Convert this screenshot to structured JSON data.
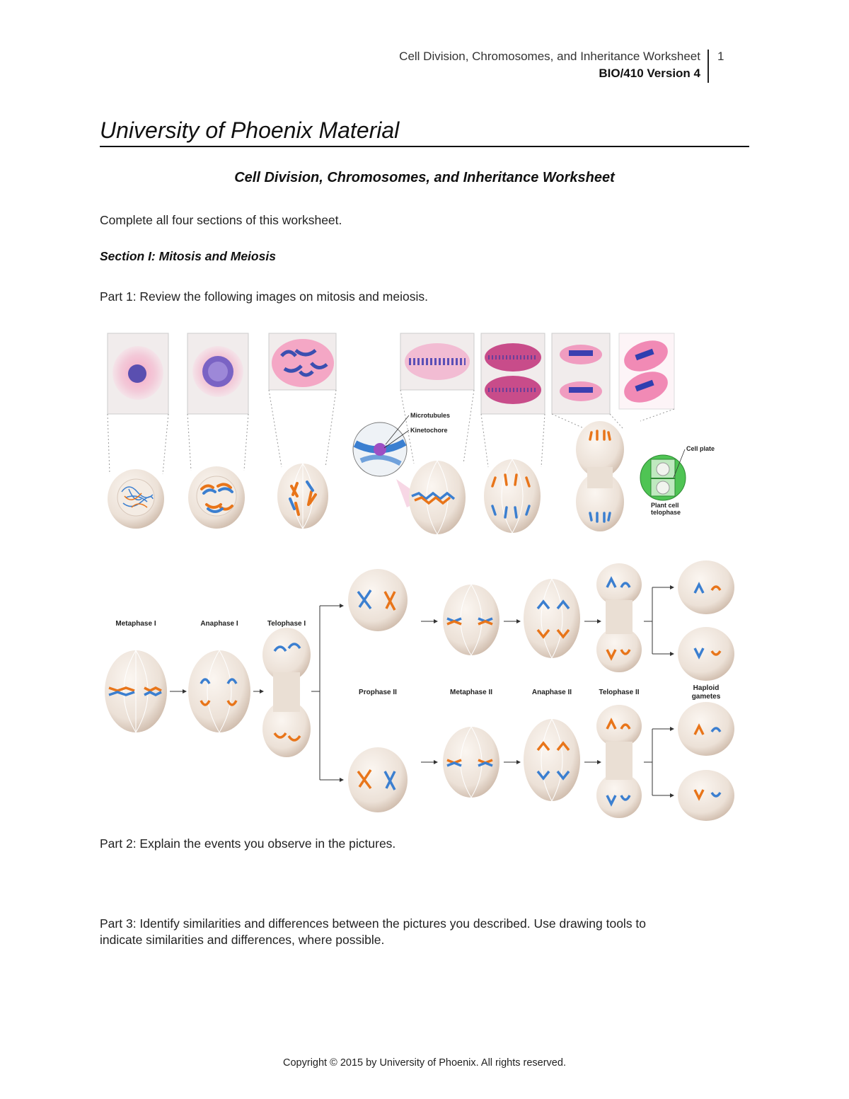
{
  "header": {
    "doc_title": "Cell Division, Chromosomes, and Inheritance Worksheet",
    "version": "BIO/410 Version 4",
    "page_number": "1"
  },
  "org_title": "University of Phoenix Material",
  "worksheet_title": "Cell Division, Chromosomes, and Inheritance Worksheet",
  "instructions": "Complete all four sections of this worksheet.",
  "section1": {
    "heading": "Section I: Mitosis and Meiosis",
    "part1": "Part 1: Review the following images on mitosis and meiosis.",
    "part2": "Part 2: Explain the events you observe in the pictures.",
    "part3_line1": "Part 3: Identify similarities and differences between the pictures you described. Use drawing tools to",
    "part3_line2": "indicate similarities and differences, where possible."
  },
  "mitosis_figure": {
    "labels": {
      "microtubules": "Microtubules",
      "kinetochore": "Kinetochore",
      "cell_plate": "Cell plate",
      "plant_line1": "Plant cell",
      "plant_line2": "telophase"
    }
  },
  "meiosis_figure": {
    "stages": {
      "metaphase_1": "Metaphase I",
      "anaphase_1": "Anaphase I",
      "telophase_1": "Telophase I",
      "prophase_2": "Prophase II",
      "metaphase_2": "Metaphase II",
      "anaphase_2": "Anaphase II",
      "telophase_2": "Telophase II",
      "haploid_line1": "Haploid",
      "haploid_line2": "gametes"
    }
  },
  "colors": {
    "chromosome_blue": "#3b7fd0",
    "chromosome_orange": "#e8751a",
    "stain_pink": "#e86aa0",
    "stain_purple": "#5a4fb0",
    "cell_fill": "#efe6de",
    "plant_green": "#4fc454"
  },
  "footer": "Copyright © 2015 by University of Phoenix. All rights reserved."
}
